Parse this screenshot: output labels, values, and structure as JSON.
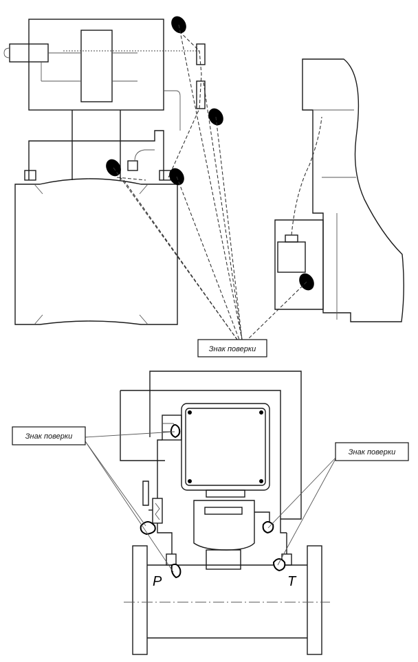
{
  "labels": {
    "seal_top": "Знак поверки",
    "seal_left": "Знак поверки",
    "seal_right": "Знак поверки",
    "port_p": "P",
    "port_t": "T"
  },
  "colors": {
    "line": "#1a1a1a",
    "seal": "#000000"
  }
}
